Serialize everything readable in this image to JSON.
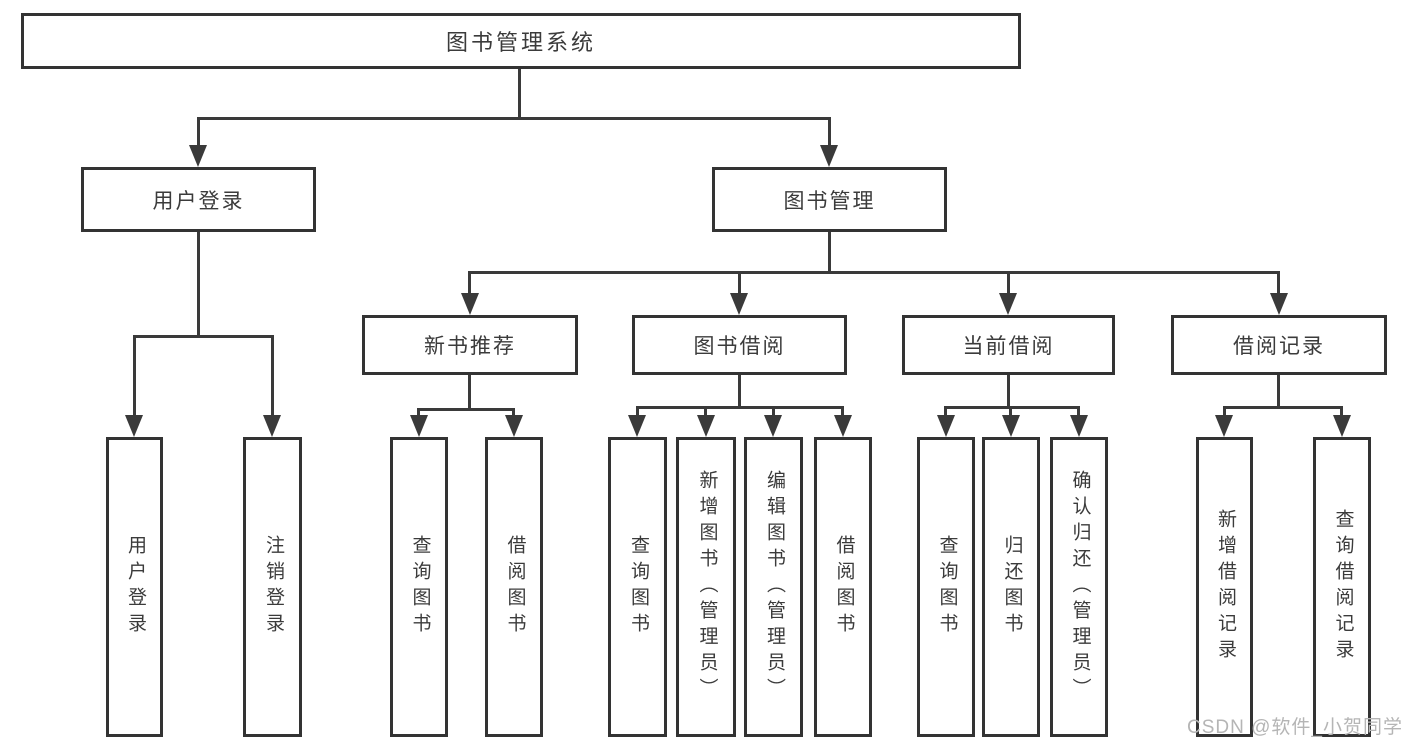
{
  "tree": {
    "root": {
      "label": "图书管理系统",
      "children": [
        {
          "label": "用户登录",
          "children": [
            {
              "label": "用户登录"
            },
            {
              "label": "注销登录"
            }
          ]
        },
        {
          "label": "图书管理",
          "children": [
            {
              "label": "新书推荐",
              "children": [
                {
                  "label": "查询图书"
                },
                {
                  "label": "借阅图书"
                }
              ]
            },
            {
              "label": "图书借阅",
              "children": [
                {
                  "label": "查询图书"
                },
                {
                  "label": "新增图书（管理员）"
                },
                {
                  "label": "编辑图书（管理员）"
                },
                {
                  "label": "借阅图书"
                }
              ]
            },
            {
              "label": "当前借阅",
              "children": [
                {
                  "label": "查询图书"
                },
                {
                  "label": "归还图书"
                },
                {
                  "label": "确认归还（管理员）"
                }
              ]
            },
            {
              "label": "借阅记录",
              "children": [
                {
                  "label": "新增借阅记录"
                },
                {
                  "label": "查询借阅记录"
                }
              ]
            }
          ]
        }
      ]
    }
  },
  "watermark": {
    "text": "CSDN @软件_小贺同学"
  },
  "colors": {
    "line": "#3a3a3a",
    "box_border": "#333333",
    "text": "#3b3b3b",
    "background": "#ffffff",
    "watermark": "#b5b5b5"
  }
}
